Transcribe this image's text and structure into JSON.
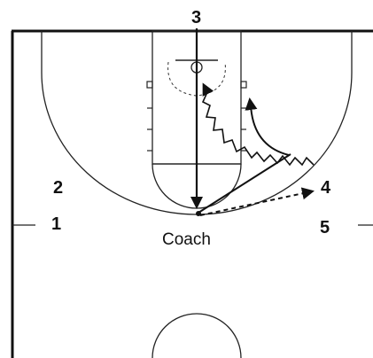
{
  "diagram": {
    "players": {
      "p3": "3",
      "p2": "2",
      "p1": "1",
      "p4": "4",
      "p5": "5"
    },
    "coach_label": "Coach"
  },
  "colors": {
    "line": "#1a1a1a",
    "background": "#ffffff"
  }
}
